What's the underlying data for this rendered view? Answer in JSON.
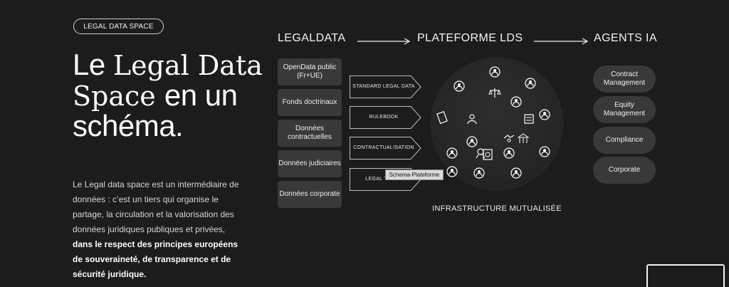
{
  "badge": "LEGAL DATA SPACE",
  "title": {
    "line1_a": "Le ",
    "line1_b": "Legal Data",
    "line2_a": "Space ",
    "line2_b": "en un",
    "line3": "schéma."
  },
  "intro": {
    "text": "Le Legal data space est un intermédiaire de données : c’est un tiers qui organise le partage, la circulation et la valorisation des données juridiques publiques et privées,",
    "bold": " dans le respect des principes européens de souveraineté, de transparence et de sécurité juridique."
  },
  "headers": {
    "legaldata": "LEGALDATA",
    "plateforme": "PLATEFORME LDS",
    "agents": "AGENTS IA"
  },
  "sources": [
    {
      "label": "OpenData public (Fr+UE)"
    },
    {
      "label": "Fonds doctrinaux"
    },
    {
      "label": "Données contractuelles"
    },
    {
      "label": "Données judiciaires"
    },
    {
      "label": "Données corporate"
    }
  ],
  "steps": [
    {
      "label": "STANDARD LEGAL DATA"
    },
    {
      "label": "RULEBOOK"
    },
    {
      "label": "CONTRACTUALISATION"
    },
    {
      "label": "LEGAL TOKEN"
    }
  ],
  "tooltip": "Schema-Plateforme",
  "infrastructure": "INFRASTRUCTURE MUTUALISÉE",
  "agents": [
    {
      "label": "Contract Management"
    },
    {
      "label": "Equity Management"
    },
    {
      "label": "Compliance"
    },
    {
      "label": "Corporate"
    }
  ],
  "circle_icons": [
    "ai-head-icon",
    "ai-head-icon",
    "scales-icon",
    "ai-head-icon",
    "ai-head-icon",
    "document-icon",
    "ai-head-icon",
    "worker-icon",
    "contract-icon",
    "handshake-icon",
    "ai-head-icon",
    "ai-head-icon",
    "agent-icon",
    "building-icon",
    "ai-head-icon",
    "ai-head-icon",
    "certificate-icon",
    "ai-head-icon",
    "ai-head-icon",
    "ai-head-icon"
  ]
}
